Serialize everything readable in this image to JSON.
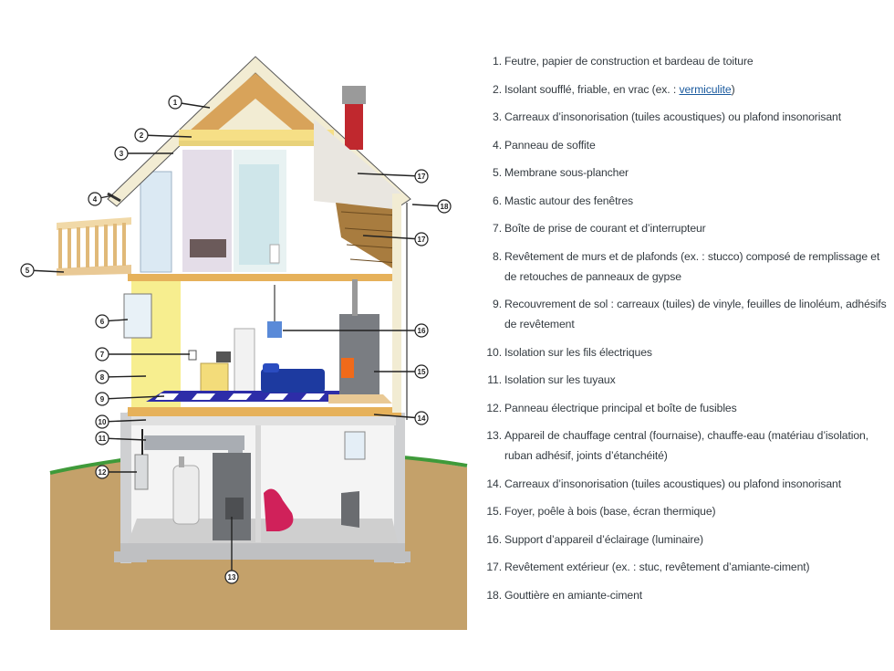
{
  "legend": {
    "items": [
      {
        "num": "1.",
        "text": "Feutre, papier de construction et bardeau de toiture"
      },
      {
        "num": "2.",
        "text": "Isolant soufflé, friable, en vrac (ex. : ",
        "link": "vermiculite",
        "after": ")"
      },
      {
        "num": "3.",
        "text": "Carreaux d’insonorisation (tuiles acoustiques) ou plafond insonorisant"
      },
      {
        "num": "4.",
        "text": "Panneau de soffite"
      },
      {
        "num": "5.",
        "text": "Membrane sous-plancher"
      },
      {
        "num": "6.",
        "text": "Mastic autour des fenêtres"
      },
      {
        "num": "7.",
        "text": "Boîte de prise de courant et d’interrupteur"
      },
      {
        "num": "8.",
        "text": "Revêtement de murs et de plafonds (ex. : stucco) composé de remplissage et de retouches de panneaux de gypse"
      },
      {
        "num": "9.",
        "text": "Recouvrement de sol : carreaux (tuiles) de vinyle, feuilles de linoléum, adhésifs de revêtement"
      },
      {
        "num": "10.",
        "text": "Isolation sur les fils électriques"
      },
      {
        "num": "11.",
        "text": "Isolation sur les tuyaux"
      },
      {
        "num": "12.",
        "text": "Panneau électrique principal et boîte de fusibles"
      },
      {
        "num": "13.",
        "text": "Appareil de chauffage central (fournaise), chauffe-eau (matériau d’isolation, ruban adhésif, joints d’étanchéité)"
      },
      {
        "num": "14.",
        "text": "Carreaux d’insonorisation (tuiles acoustiques) ou plafond insonorisant"
      },
      {
        "num": "15.",
        "text": "Foyer, poêle à bois (base, écran thermique)"
      },
      {
        "num": "16.",
        "text": "Support d’appareil d’éclairage (luminaire)"
      },
      {
        "num": "17.",
        "text": "Revêtement extérieur (ex. : stuc, revêtement d’amiante-ciment)"
      },
      {
        "num": "18.",
        "text": "Gouttière en amiante-ciment"
      }
    ]
  },
  "callouts": [
    "1",
    "2",
    "3",
    "4",
    "5",
    "6",
    "7",
    "8",
    "9",
    "10",
    "11",
    "12",
    "13",
    "14",
    "15",
    "16",
    "17",
    "17",
    "18"
  ],
  "colors": {
    "soil": "#c4a16a",
    "grass": "#3f9a3a",
    "roof_trim": "#f2ecd3",
    "attic_insulation": "#f6df86",
    "chimney": "#c0282e",
    "floor_joist": "#e6b15a",
    "yellow_wall": "#f7ee8f",
    "wood_siding": "#a87c3f",
    "link": "#1a5a9e"
  }
}
